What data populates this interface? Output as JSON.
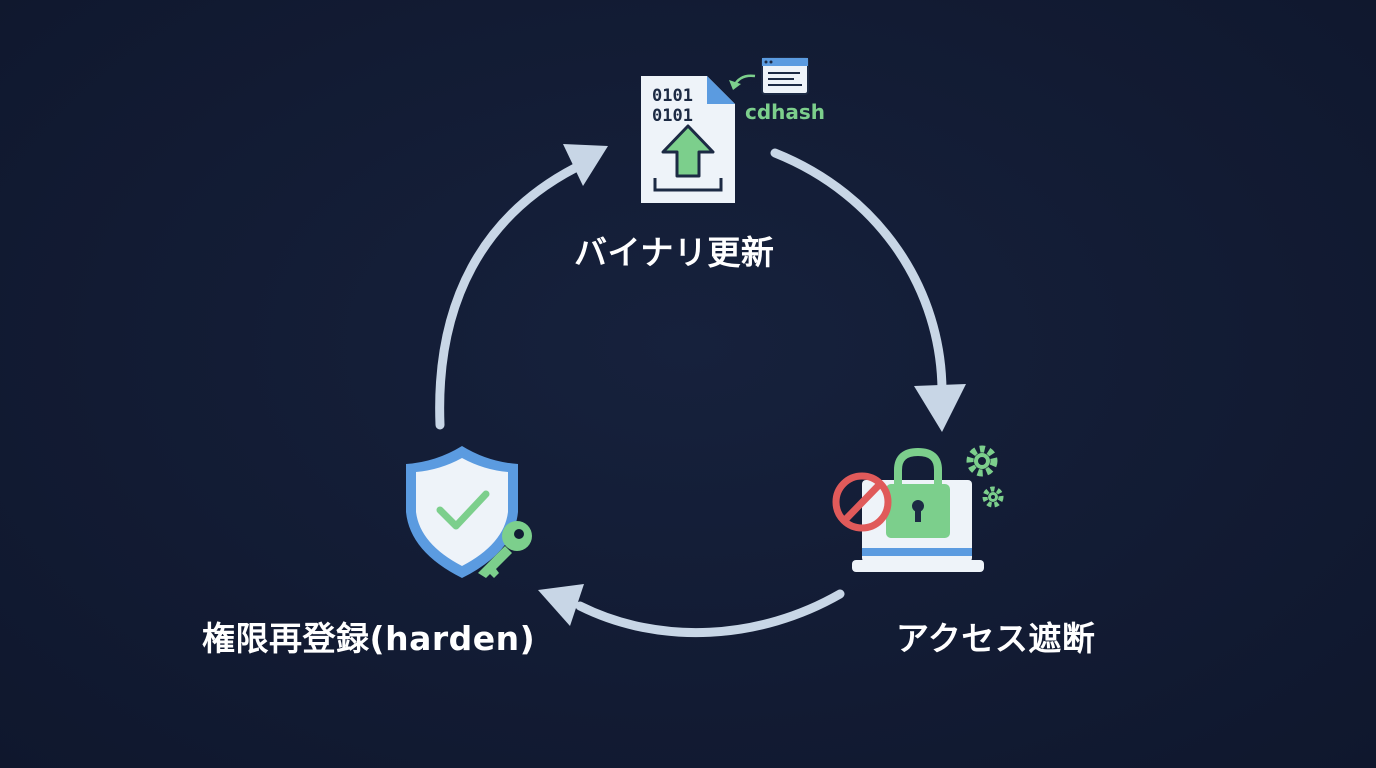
{
  "nodes": {
    "top": {
      "label": "バイナリ更新",
      "icon": "binary-file-upload-icon",
      "tag": "cdhash"
    },
    "right": {
      "label": "アクセス遮断",
      "icon": "locked-laptop-blocked-icon"
    },
    "left": {
      "label": "権限再登録(harden)",
      "icon": "shield-check-key-icon"
    }
  },
  "colors": {
    "background": "#111b33",
    "arrow": "#c8d6e6",
    "green": "#7ccf8c",
    "blue": "#5b9be0",
    "red": "#e05a5a",
    "paper": "#eef3f9"
  }
}
